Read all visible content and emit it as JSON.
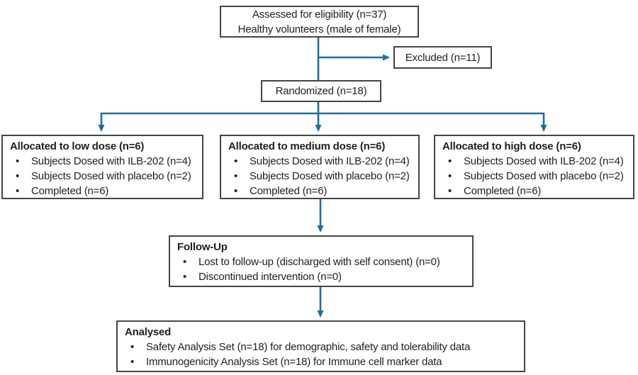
{
  "colors": {
    "arrow": "#1E6E9C",
    "box_border": "#454545",
    "text": "#1F1F1F",
    "background": "#FFFFFF"
  },
  "boxes": {
    "assessed": {
      "line1": "Assessed for eligibility (n=37)",
      "line2": "Healthy volunteers (male of female)"
    },
    "excluded": {
      "label": "Excluded (n=11)"
    },
    "randomized": {
      "label": "Randomized (n=18)"
    },
    "low": {
      "title": "Allocated to low dose (n=6)",
      "bullets": [
        "Subjects Dosed with ILB-202 (n=4)",
        "Subjects Dosed with placebo (n=2)",
        "Completed (n=6)"
      ]
    },
    "medium": {
      "title": "Allocated to medium dose (n=6)",
      "bullets": [
        "Subjects Dosed with ILB-202 (n=4)",
        "Subjects Dosed with placebo (n=2)",
        "Completed (n=6)"
      ]
    },
    "high": {
      "title": "Allocated to high dose (n=6)",
      "bullets": [
        "Subjects Dosed with ILB-202 (n=4)",
        "Subjects Dosed with placebo (n=2)",
        "Completed (n=6)"
      ]
    },
    "followup": {
      "title": "Follow-Up",
      "bullets": [
        "Lost to follow-up (discharged with self consent) (n=0)",
        "Discontinued intervention (n=0)"
      ]
    },
    "analysed": {
      "title": "Analysed",
      "bullets": [
        "Safety Analysis Set (n=18) for demographic, safety and tolerability data",
        "Immunogenicity Analysis Set (n=18) for Immune cell marker data"
      ]
    }
  }
}
